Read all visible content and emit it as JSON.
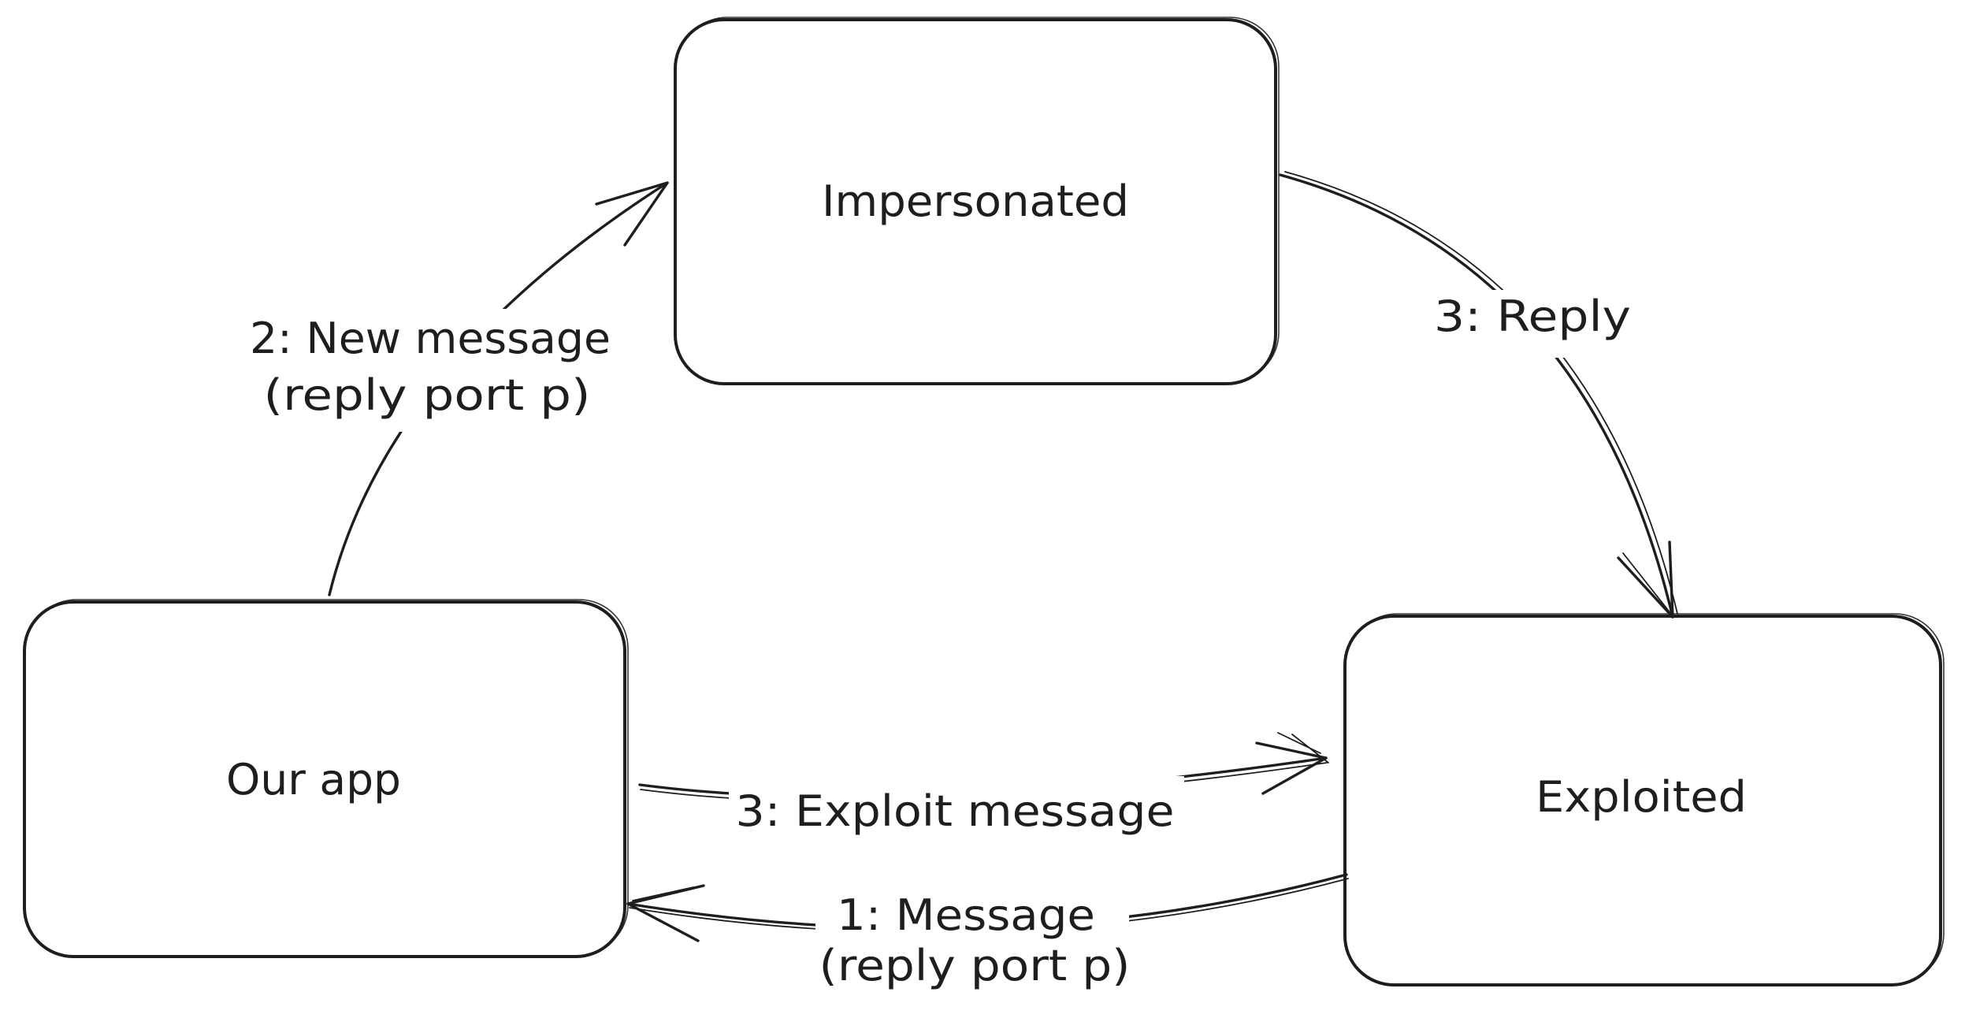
{
  "diagram": {
    "background": "#ffffff",
    "ink": "#1e1e1e",
    "nodes": [
      {
        "id": "impersonated",
        "label": "Impersonated"
      },
      {
        "id": "our_app",
        "label": "Our app"
      },
      {
        "id": "exploited",
        "label": "Exploited"
      }
    ],
    "edges": [
      {
        "id": "new_message",
        "from": "our_app",
        "to": "impersonated",
        "label_line1": "2: New message",
        "label_line2": "(reply port p)"
      },
      {
        "id": "reply",
        "from": "impersonated",
        "to": "exploited",
        "label_line1": "3: Reply"
      },
      {
        "id": "exploit_message",
        "from": "our_app",
        "to": "exploited",
        "label_line1": "3: Exploit message"
      },
      {
        "id": "message",
        "from": "exploited",
        "to": "our_app",
        "label_line1": "1: Message",
        "label_line2": "(reply port p)"
      }
    ]
  }
}
